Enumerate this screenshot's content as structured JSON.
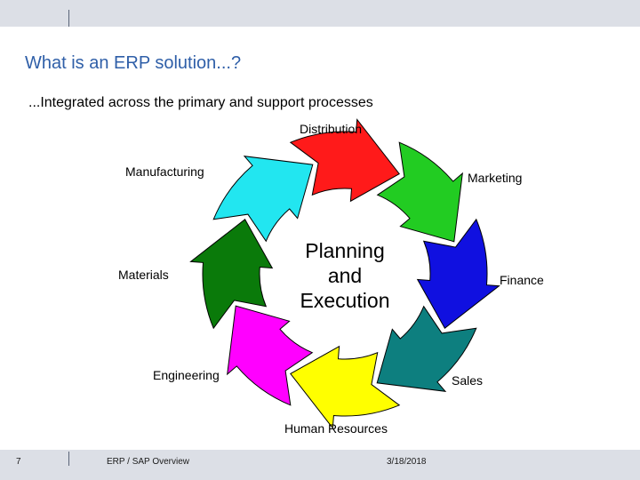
{
  "slide": {
    "title": "What is an ERP solution...?",
    "subtitle": "...Integrated across the primary and support processes"
  },
  "diagram": {
    "center": [
      "Planning",
      "and",
      "Execution"
    ],
    "segments": [
      {
        "label": "Distribution",
        "color": "#ff1a1a"
      },
      {
        "label": "Marketing",
        "color": "#22cc22"
      },
      {
        "label": "Finance",
        "color": "#1010e0"
      },
      {
        "label": "Sales",
        "color": "#0d7f7f"
      },
      {
        "label": "Human Resources",
        "color": "#ffff00"
      },
      {
        "label": "Engineering",
        "color": "#ff00ff"
      },
      {
        "label": "Materials",
        "color": "#0a7a0a"
      },
      {
        "label": "Manufacturing",
        "color": "#22e6f0"
      }
    ]
  },
  "footer": {
    "page_number": "7",
    "presentation_name": "ERP / SAP Overview",
    "date": "3/18/2018"
  }
}
